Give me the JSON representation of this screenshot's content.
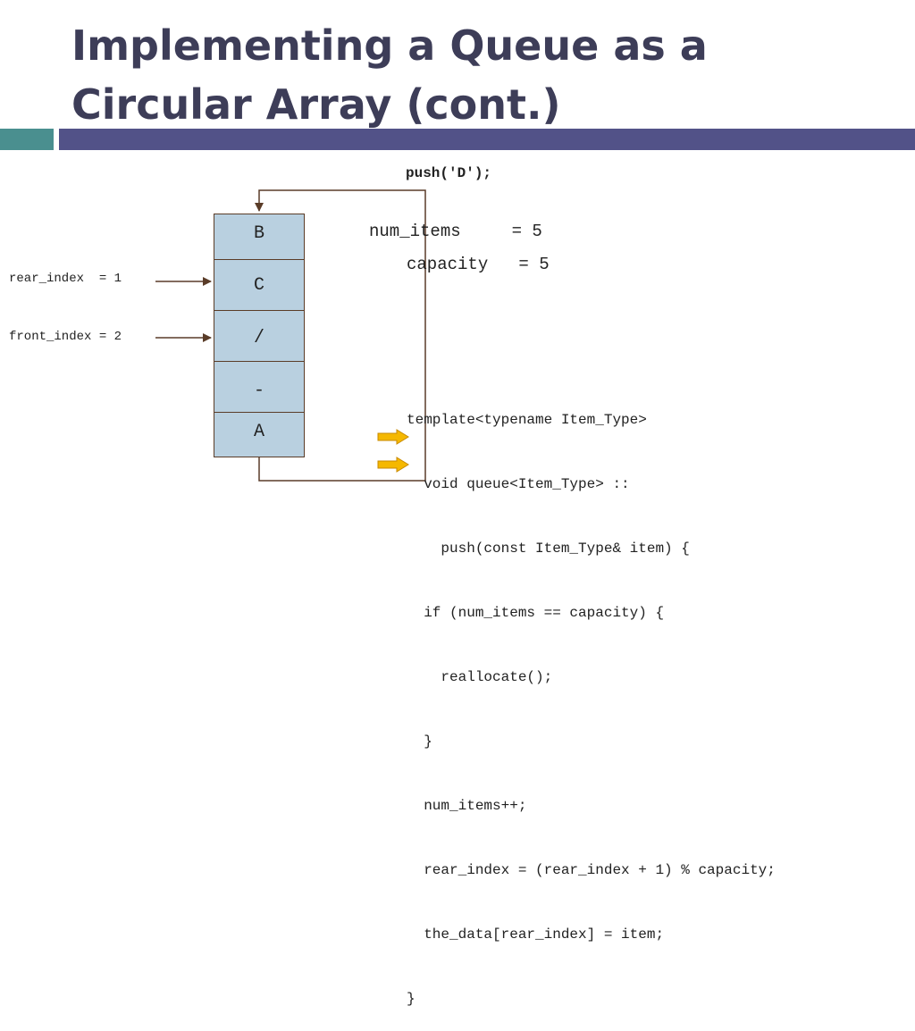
{
  "slide": {
    "title": "Implementing a Queue as a Circular Array (cont.)"
  },
  "operation": "push('D');",
  "array_cells": [
    "B",
    "C",
    "/",
    "-",
    "A"
  ],
  "labels": {
    "rear_index": "rear_index  = 1",
    "front_index": "front_index = 2"
  },
  "stats": {
    "num_items": "num_items     = 5",
    "capacity": "capacity   = 5"
  },
  "code_lines": [
    "template<typename Item_Type>",
    "  void queue<Item_Type> ::",
    "    push(const Item_Type& item) {",
    "  if (num_items == capacity) {",
    "    reallocate();",
    "  }",
    "  num_items++;",
    "  rear_index = (rear_index + 1) % capacity;",
    "  the_data[rear_index] = item;",
    "}"
  ],
  "colors": {
    "title": "#3d3d58",
    "bar_teal": "#4a8f8f",
    "bar_blue": "#525288",
    "cell_fill": "#b9d0e0",
    "line": "#5a3c28",
    "marker": "#f5b800"
  },
  "icons": [
    "pointer-arrow-icon",
    "highlight-arrow-icon"
  ]
}
